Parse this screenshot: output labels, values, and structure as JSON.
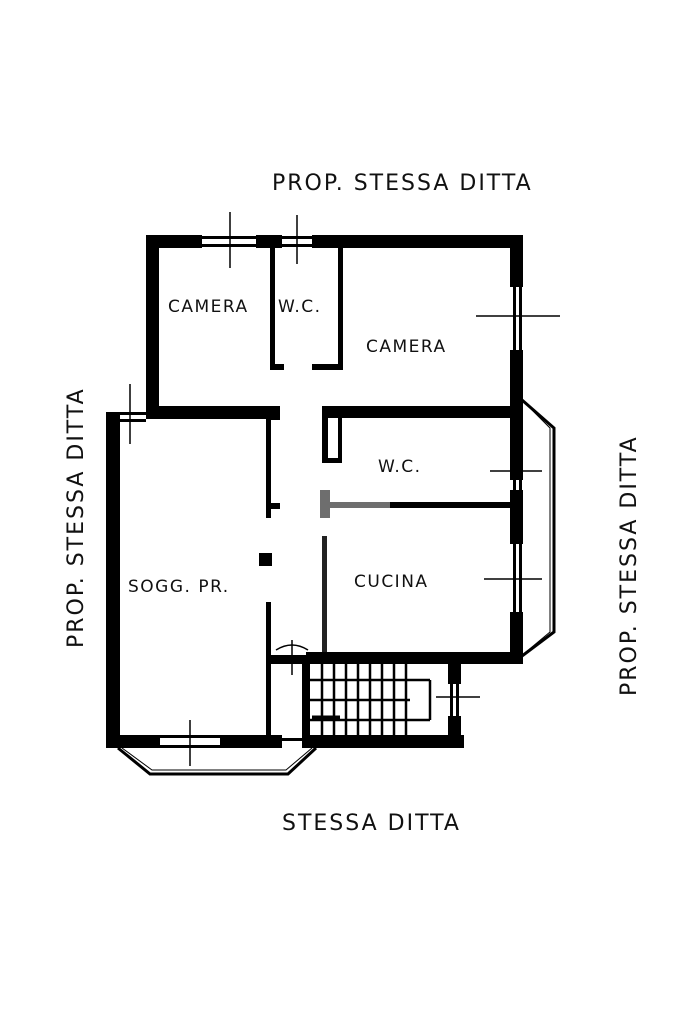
{
  "plan": {
    "colors": {
      "wall": "#000000",
      "background": "#ffffff",
      "gray_wall": "#6e6e6e"
    },
    "boundaries": {
      "top": "PROP. STESSA DITTA",
      "left": "PROP. STESSA DITTA",
      "right": "PROP. STESSA DITTA",
      "bottom": "STESSA DITTA"
    },
    "rooms": [
      {
        "id": "camera-1",
        "label": "CAMERA"
      },
      {
        "id": "wc-1",
        "label": "W.C."
      },
      {
        "id": "camera-2",
        "label": "CAMERA"
      },
      {
        "id": "wc-2",
        "label": "W.C."
      },
      {
        "id": "cucina",
        "label": "CUCINA"
      },
      {
        "id": "soggiorno",
        "label": "SOGG. PR."
      }
    ]
  }
}
